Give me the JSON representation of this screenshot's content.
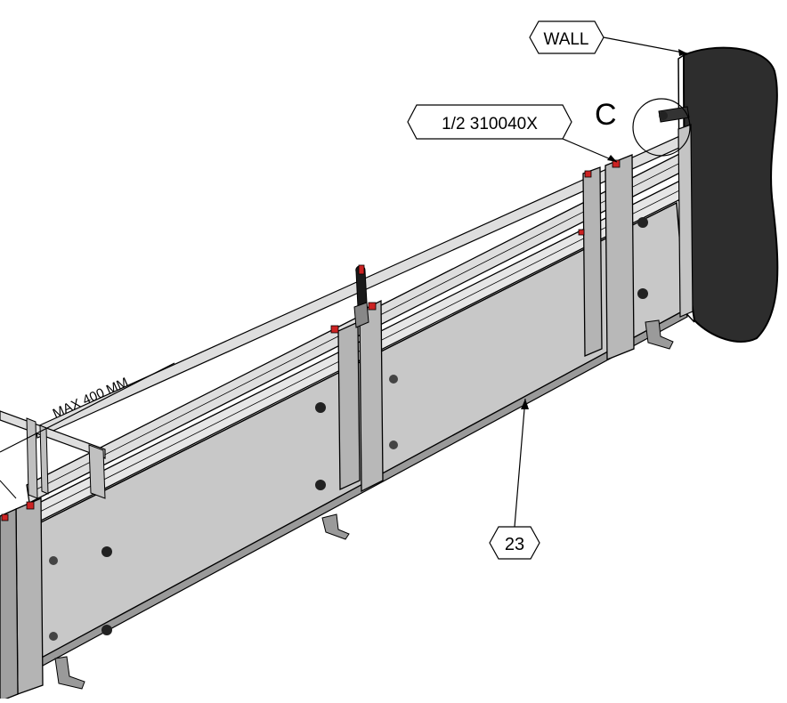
{
  "labels": {
    "wall": "WALL",
    "part_ref": "1/2 310040X",
    "detail": "C",
    "dimension": "MAX 400 MM",
    "item": "23"
  },
  "colors": {
    "panel": "#c8c8c8",
    "rail": "#dedede",
    "post": "#b4b4b4",
    "wall": "#2d2d2d",
    "marker": "#cc2222",
    "handle": "#1a1a1a",
    "outline": "#000000"
  }
}
